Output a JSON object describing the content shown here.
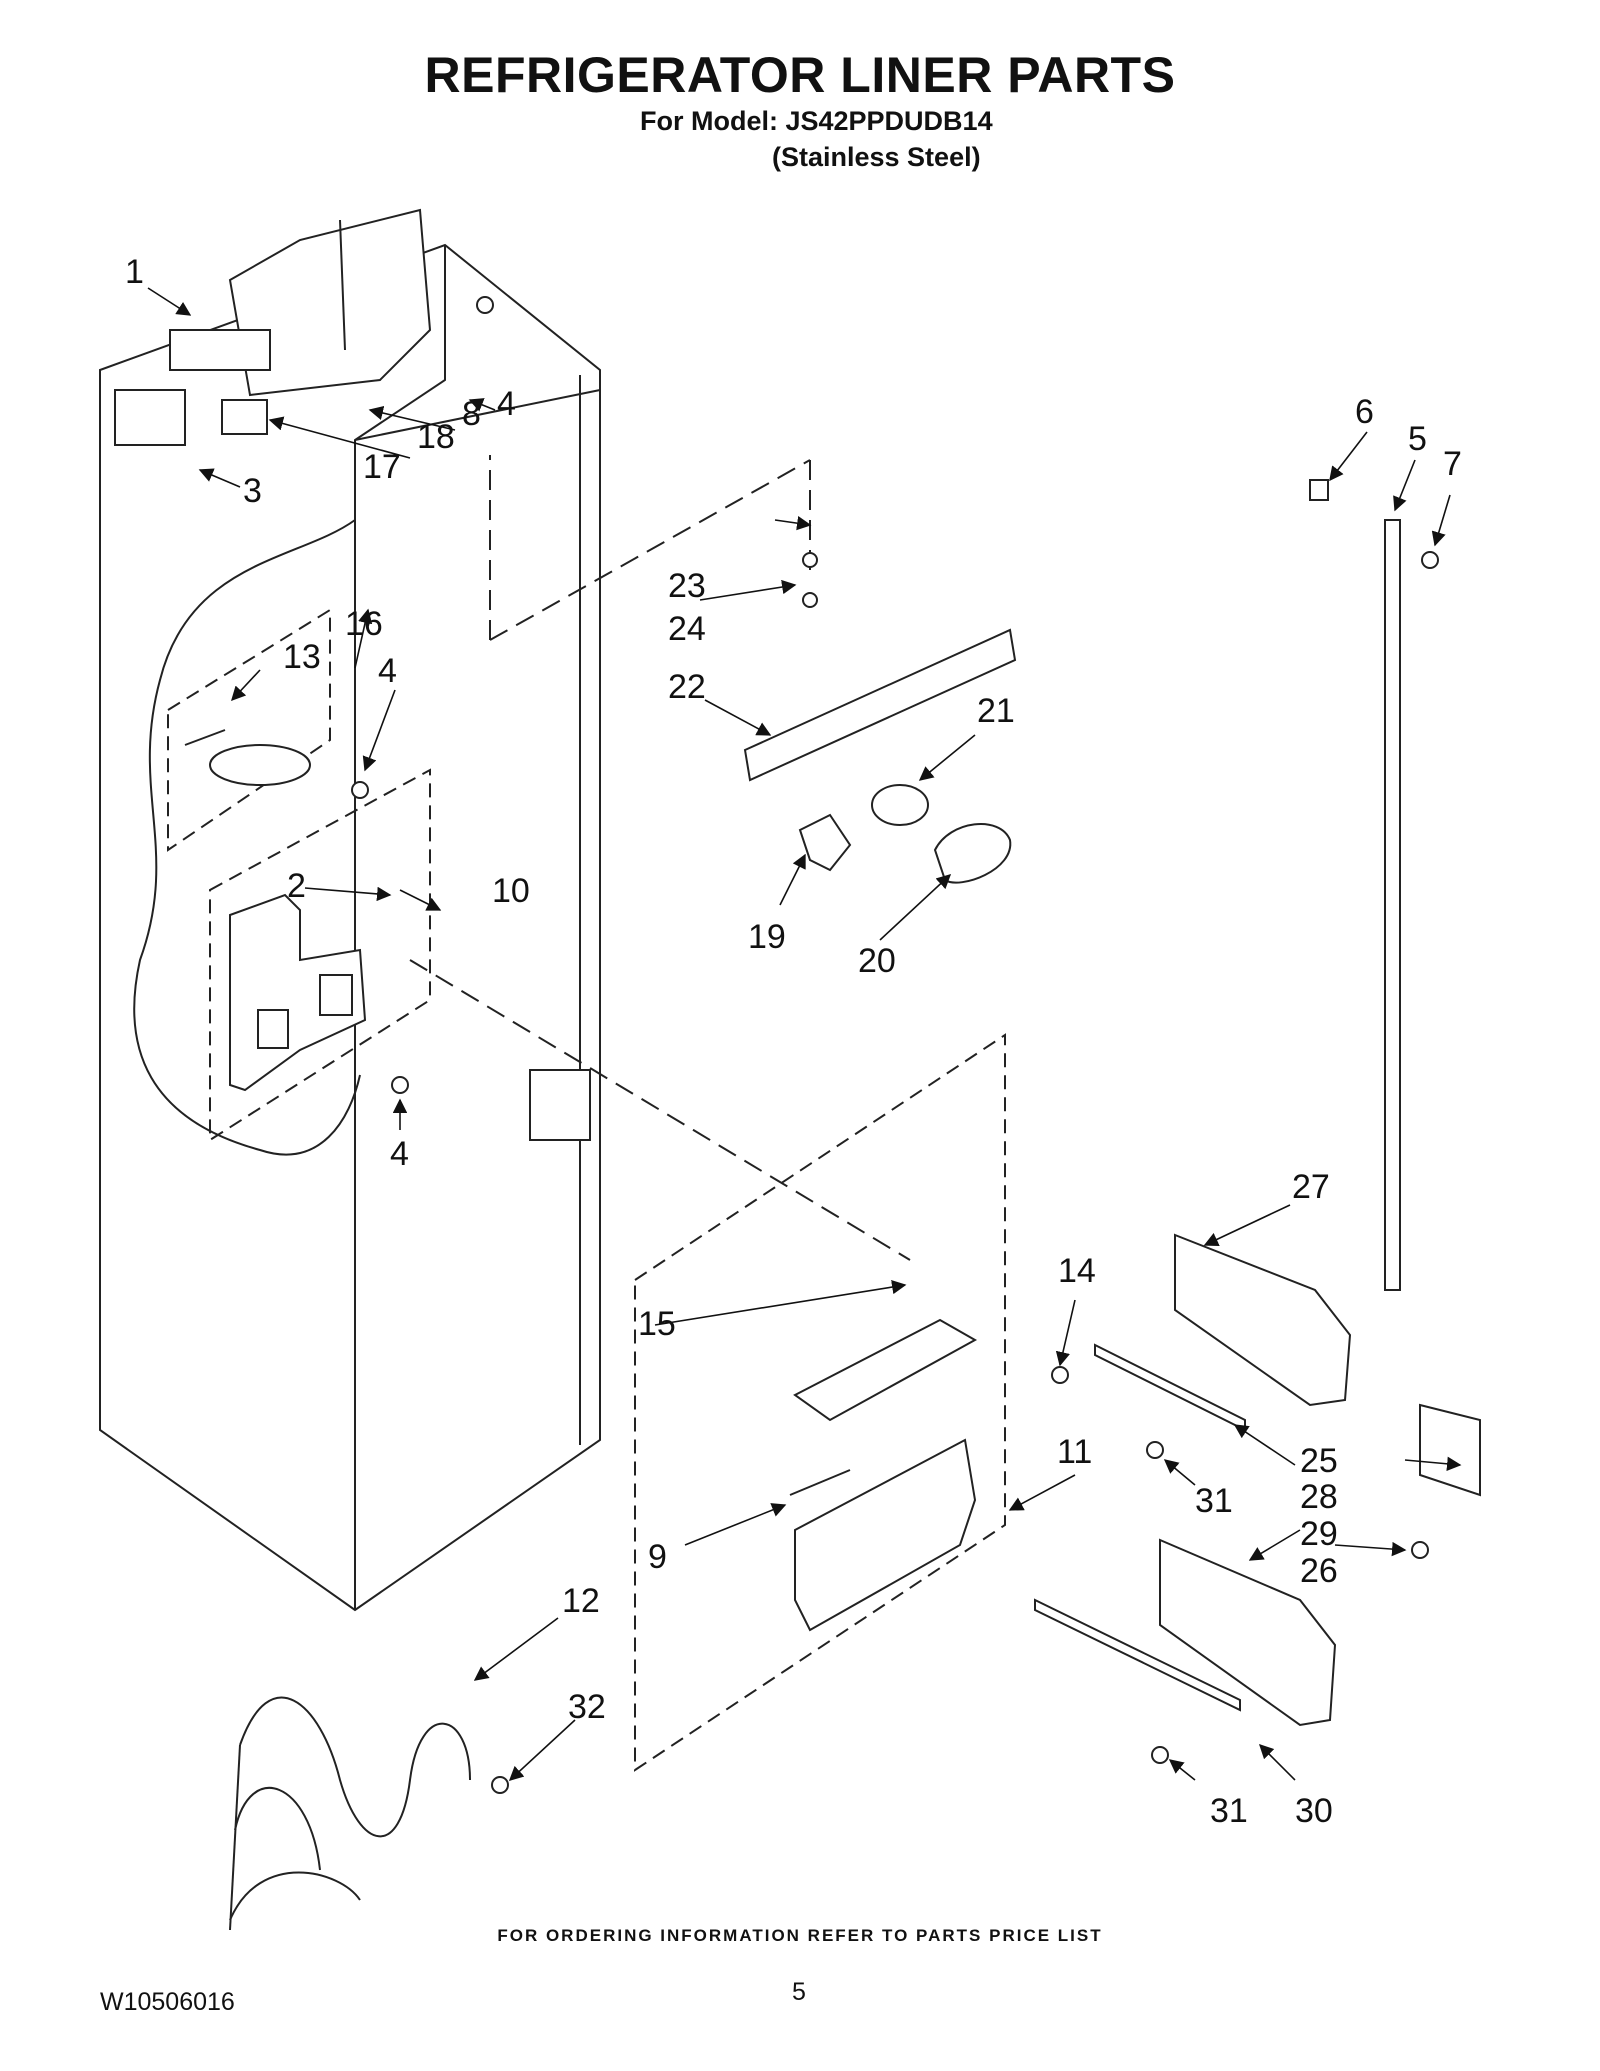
{
  "header": {
    "title": "REFRIGERATOR LINER PARTS",
    "model_line": "For Model: JS42PPDUDB14",
    "finish_line": "(Stainless Steel)"
  },
  "callouts": {
    "c1": "1",
    "c2": "2",
    "c3": "3",
    "c4a": "4",
    "c4b": "4",
    "c4c": "4",
    "c5": "5",
    "c6": "6",
    "c7": "7",
    "c8": "8",
    "c9": "9",
    "c10": "10",
    "c11": "11",
    "c12": "12",
    "c13": "13",
    "c14": "14",
    "c15": "15",
    "c16": "16",
    "c17": "17",
    "c18": "18",
    "c19": "19",
    "c20": "20",
    "c21": "21",
    "c22": "22",
    "c23": "23",
    "c24": "24",
    "c25": "25",
    "c26": "26",
    "c27": "27",
    "c28": "28",
    "c29": "29",
    "c30": "30",
    "c31a": "31",
    "c31b": "31",
    "c32": "32"
  },
  "footer": {
    "ordering_note": "FOR ORDERING INFORMATION REFER TO PARTS PRICE LIST",
    "doc_number": "W10506016",
    "page_number": "5"
  }
}
